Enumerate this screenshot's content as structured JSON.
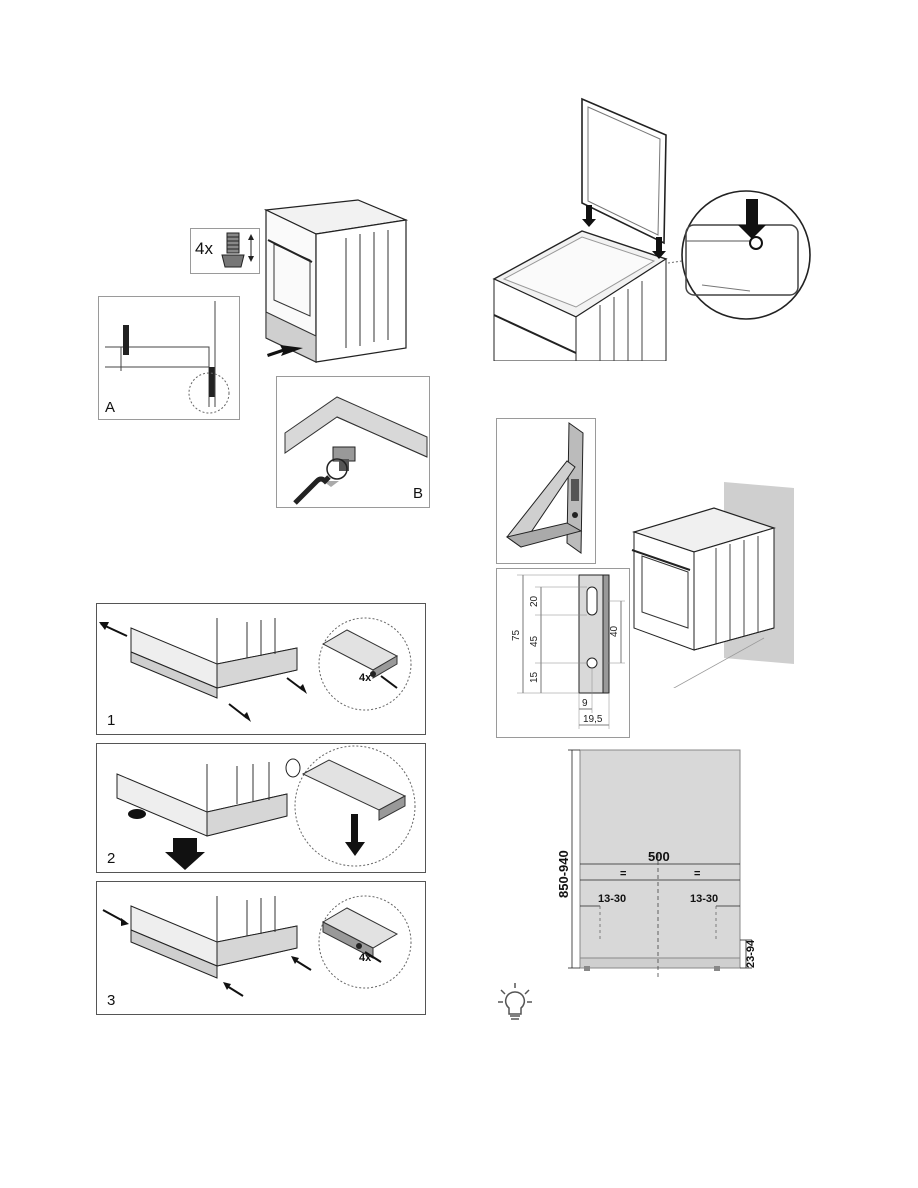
{
  "fig_feet": {
    "badge_count": "4x",
    "panel_a_label": "A",
    "panel_b_label": "B"
  },
  "fig_steps": [
    {
      "number": "1",
      "screw_count": "4x"
    },
    {
      "number": "2"
    },
    {
      "number": "3",
      "screw_count": "4x"
    }
  ],
  "fig_bracket": {
    "dimensions": [
      "20",
      "75",
      "45",
      "15",
      "40",
      "9",
      "19,5"
    ]
  },
  "fig_wall": {
    "height_range": "850-940",
    "width": "500",
    "equal_left": "=",
    "equal_right": "=",
    "offset_left": "13-30",
    "offset_right": "13-30",
    "floor_gap": "23-94"
  },
  "tip_icon": "lightbulb-icon"
}
